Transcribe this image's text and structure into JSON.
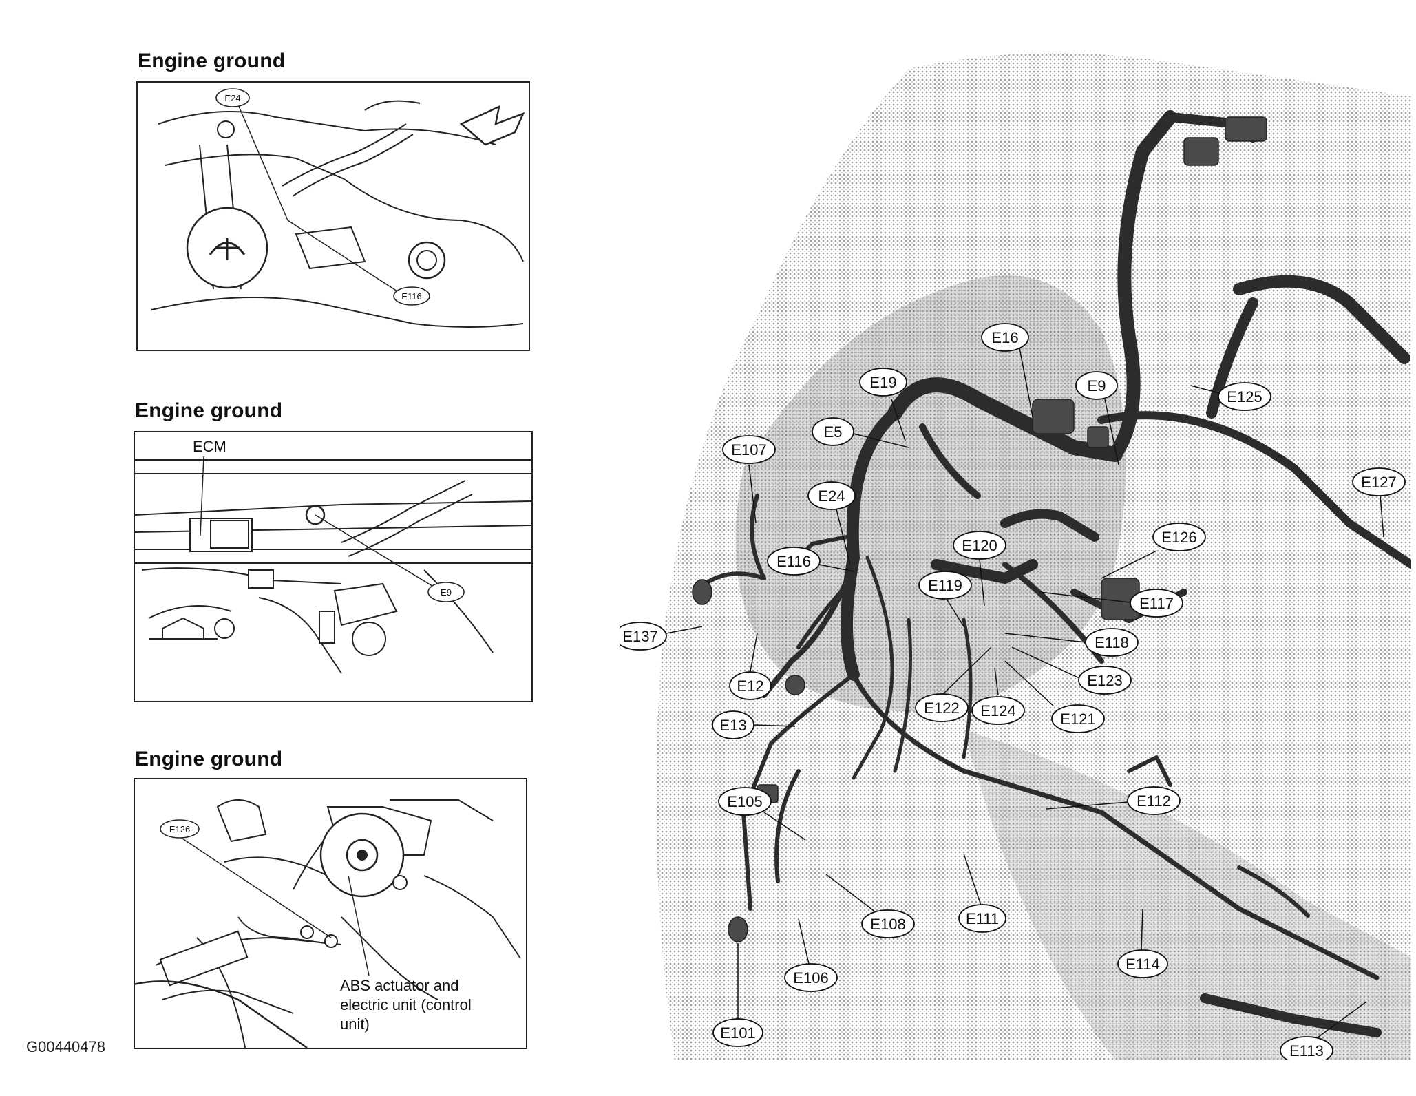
{
  "panels": [
    {
      "title": "Engine ground",
      "callouts": [
        "E24",
        "E116"
      ]
    },
    {
      "title": "Engine ground",
      "labels": [
        "ECM"
      ],
      "callouts": [
        "E9"
      ]
    },
    {
      "title": "Engine ground",
      "callouts": [
        "E126"
      ],
      "note": "ABS actuator and electric unit (control unit)"
    }
  ],
  "figure_code": "G00440478",
  "harness_callouts": [
    "E16",
    "E19",
    "E9",
    "E125",
    "E5",
    "E107",
    "E127",
    "E24",
    "E126",
    "E116",
    "E120",
    "E119",
    "E117",
    "E137",
    "E118",
    "E12",
    "E123",
    "E122",
    "E124",
    "E121",
    "E13",
    "E112",
    "E105",
    "E108",
    "E111",
    "E114",
    "E106",
    "E101",
    "E113"
  ],
  "colors": {
    "line": "#111111",
    "harness": "#3a3a3a",
    "shade": "#cfcfcf"
  }
}
